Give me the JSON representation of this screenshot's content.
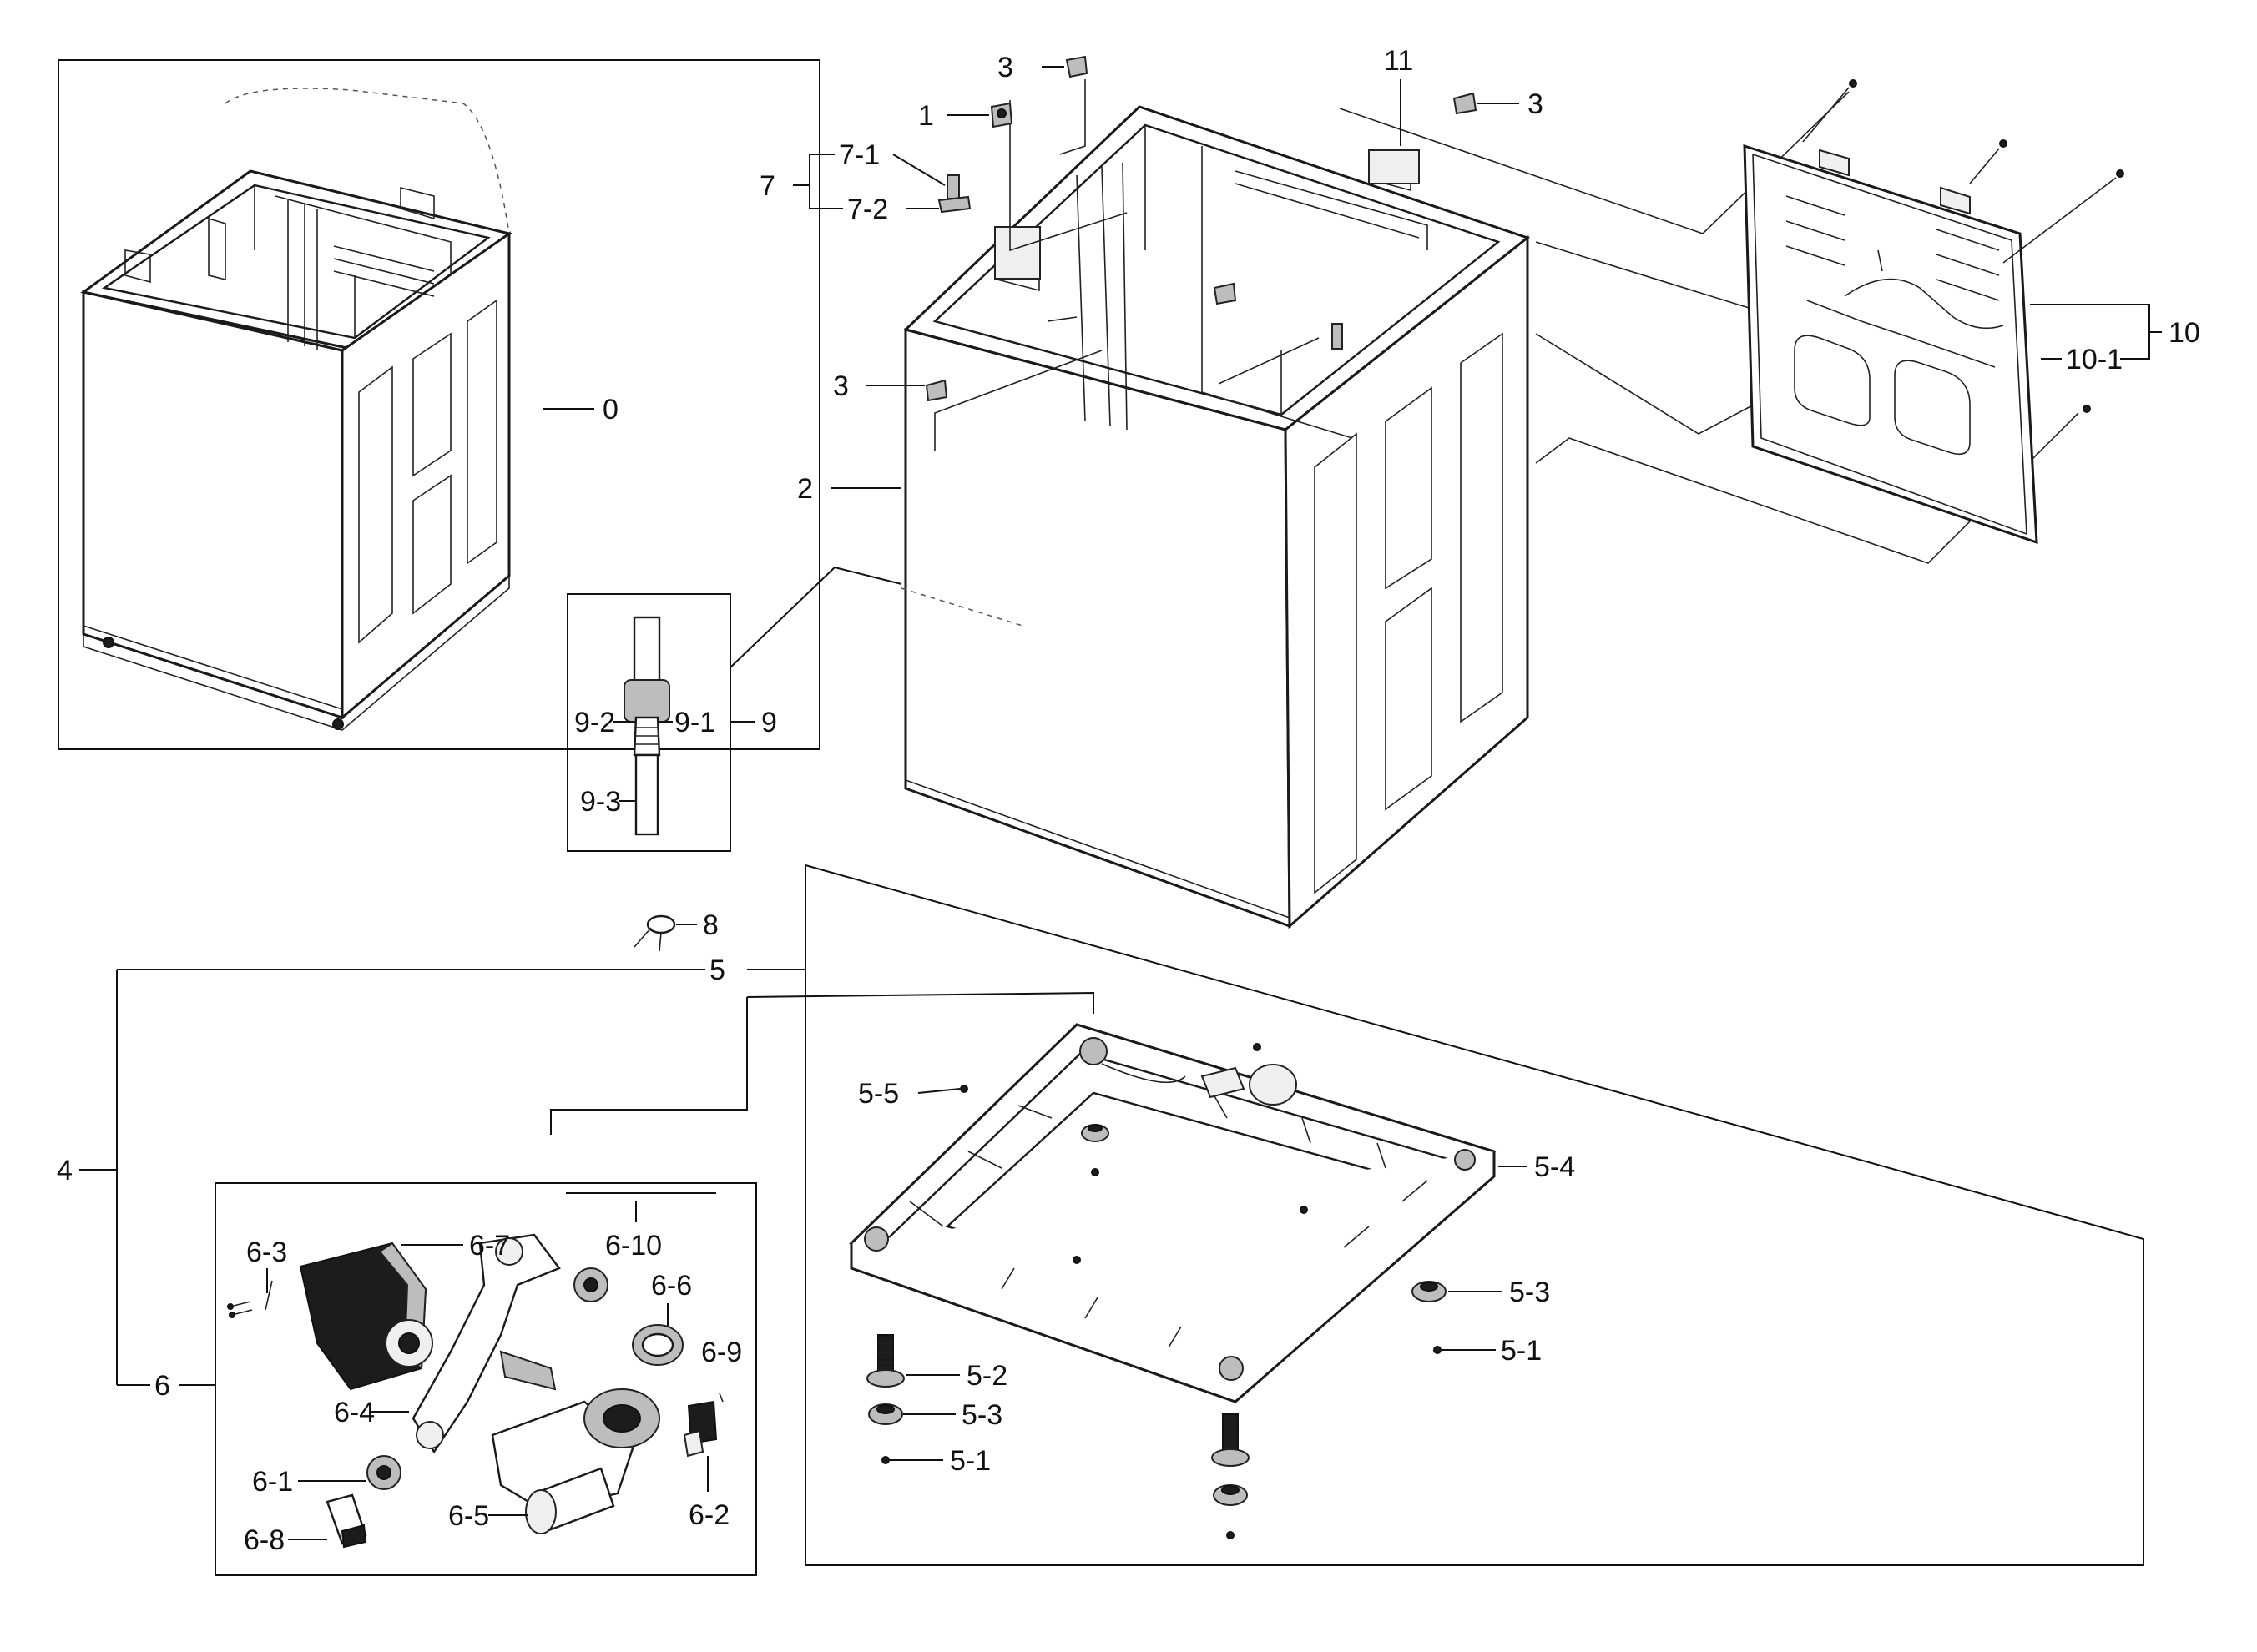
{
  "labels": {
    "l0": "0",
    "l1": "1",
    "l2": "2",
    "l3a": "3",
    "l3b": "3",
    "l3c": "3",
    "l4": "4",
    "l5": "5",
    "l5_1a": "5-1",
    "l5_1b": "5-1",
    "l5_2": "5-2",
    "l5_3a": "5-3",
    "l5_3b": "5-3",
    "l5_4": "5-4",
    "l5_5": "5-5",
    "l6": "6",
    "l6_1": "6-1",
    "l6_2": "6-2",
    "l6_3": "6-3",
    "l6_4": "6-4",
    "l6_5": "6-5",
    "l6_6": "6-6",
    "l6_7": "6-7",
    "l6_8": "6-8",
    "l6_9": "6-9",
    "l6_10": "6-10",
    "l7": "7",
    "l7_1": "7-1",
    "l7_2": "7-2",
    "l8": "8",
    "l9": "9",
    "l9_1": "9-1",
    "l9_2": "9-2",
    "l9_3": "9-3",
    "l10": "10",
    "l10_1": "10-1",
    "l11": "11"
  },
  "icons": {
    "cabinet_assembly": "cabinet-icon",
    "drain_pump": "pump-icon",
    "leveling_foot": "foot-icon",
    "screw": "screw-icon",
    "hose": "hose-icon"
  }
}
